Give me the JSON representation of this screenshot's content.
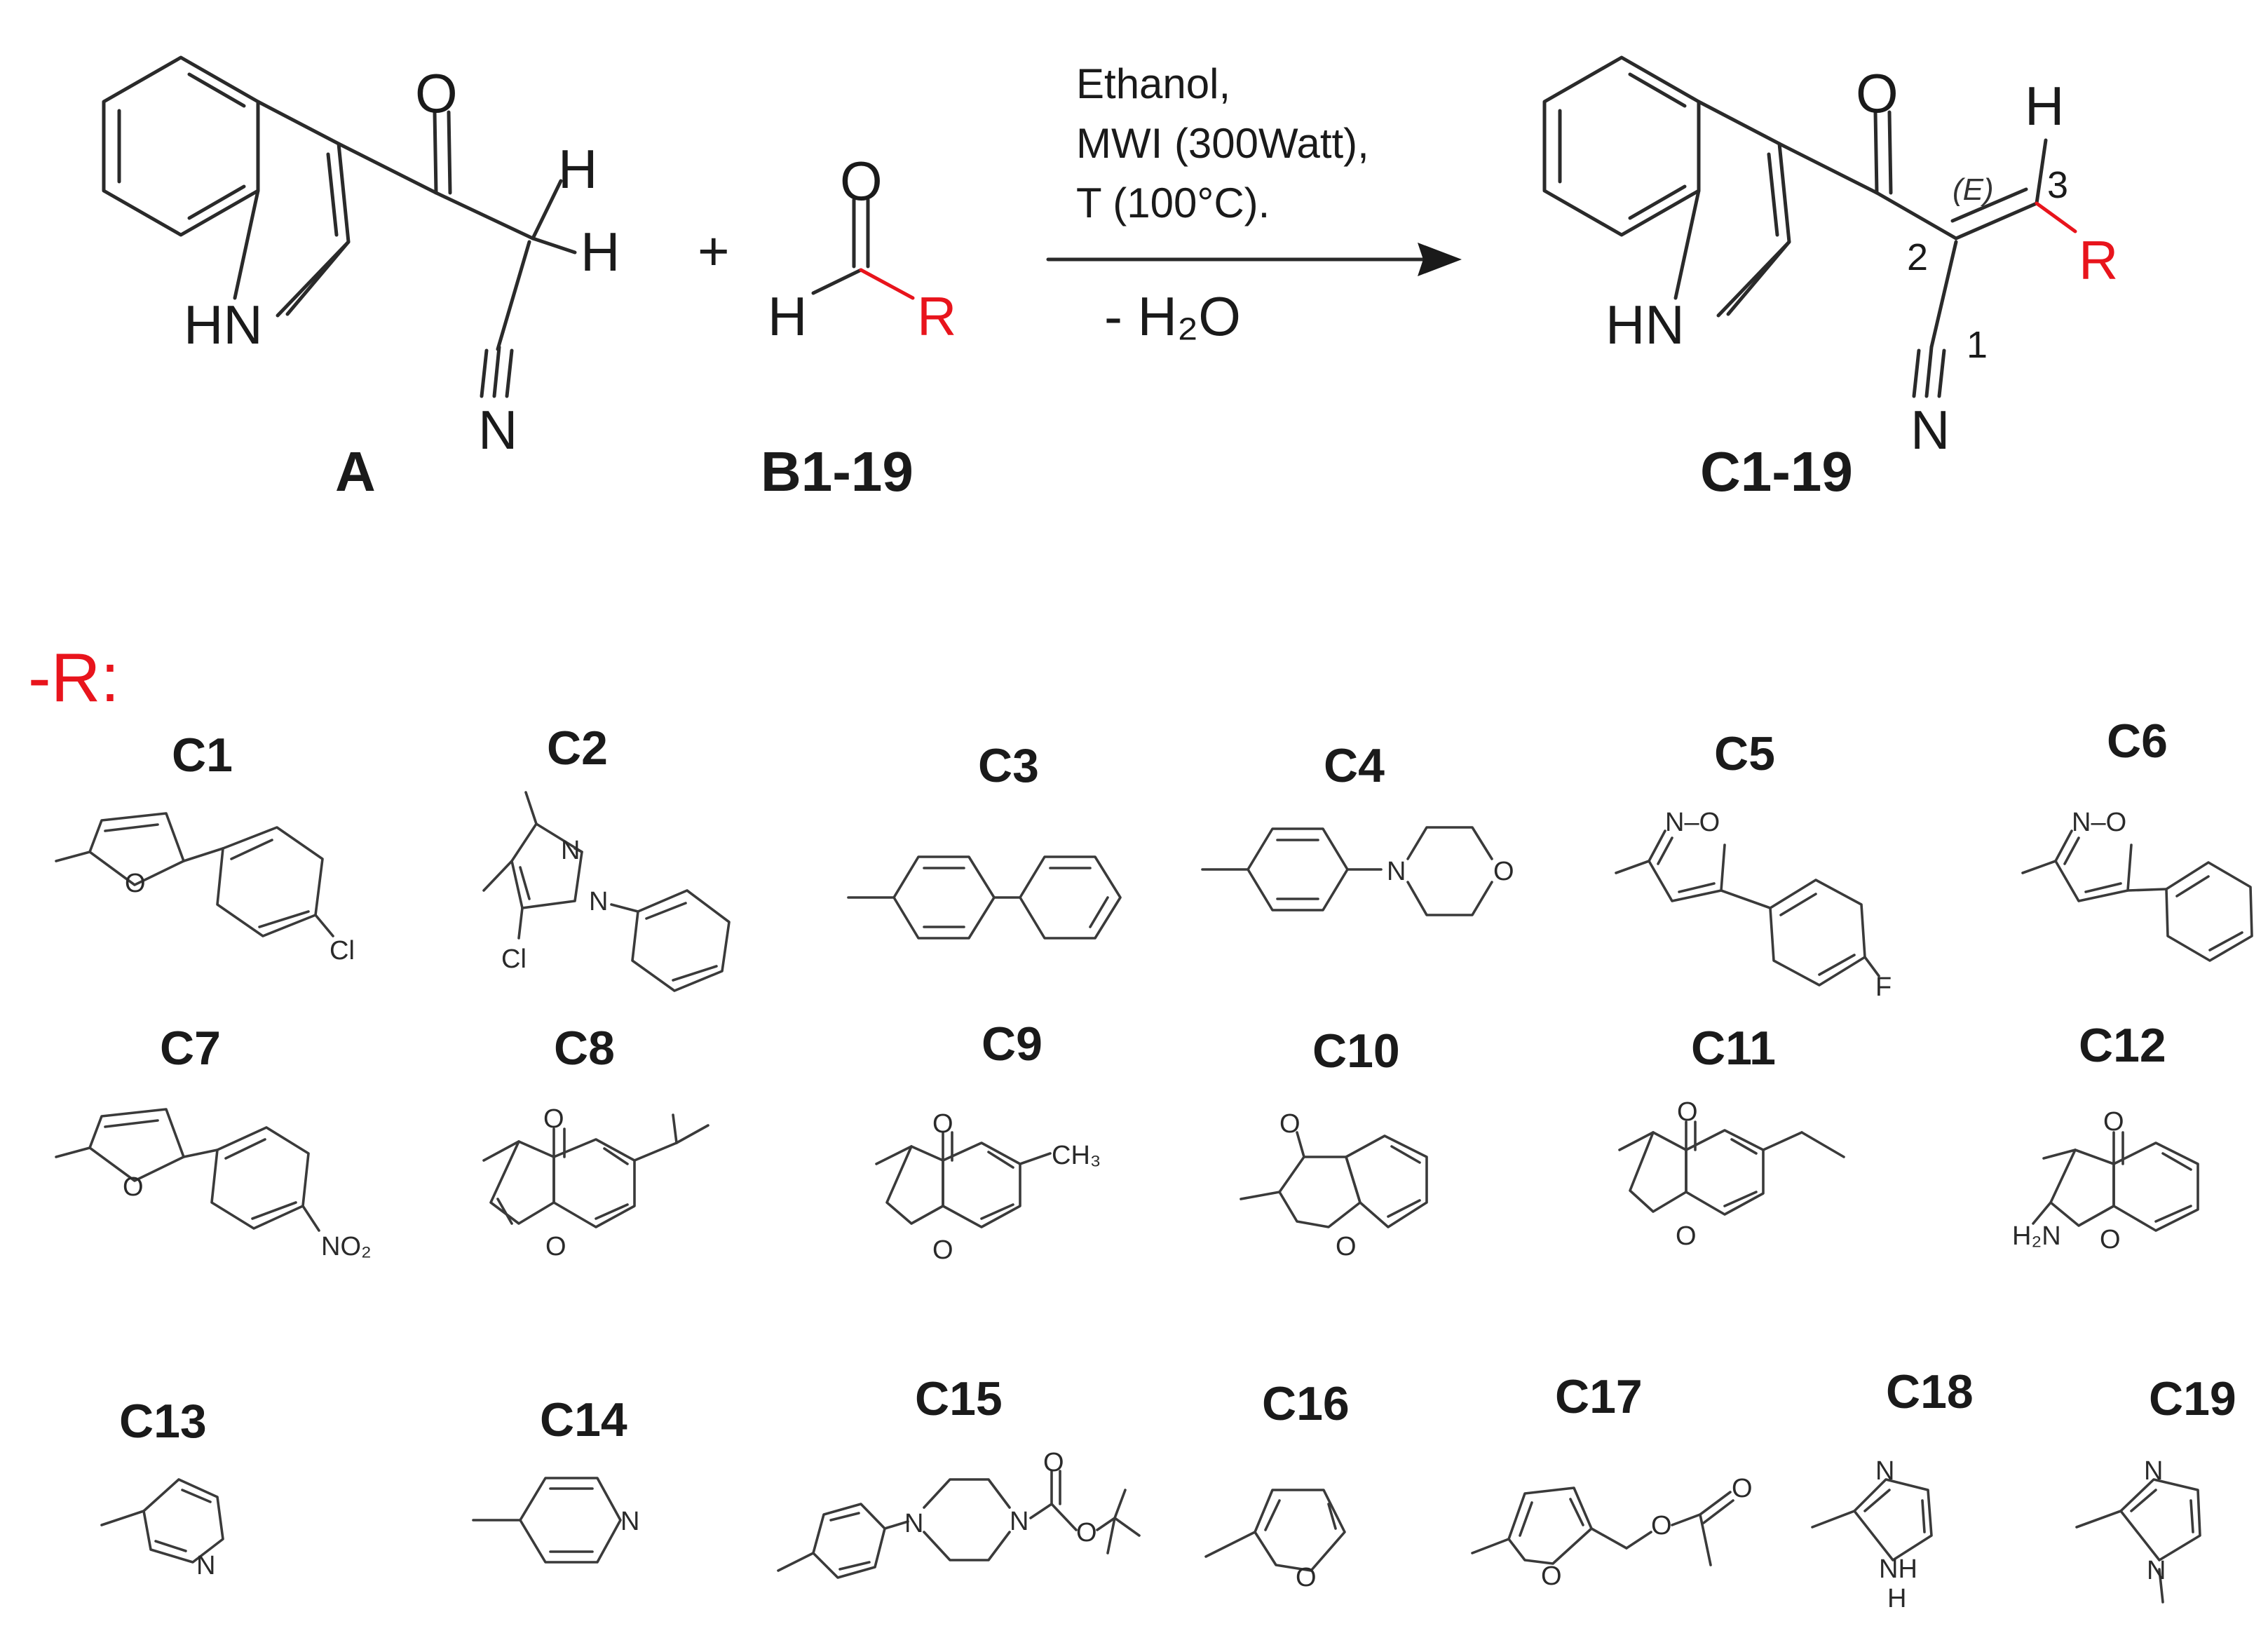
{
  "reaction": {
    "reactant_a_label": "A",
    "reactant_b_label": "B1-19",
    "product_label": "C1-19",
    "plus_sign": "+",
    "conditions": [
      "Ethanol,",
      "MWI (300Watt),",
      "T (100°C)."
    ],
    "byproduct": "- H₂O",
    "stereo_descriptor": "(E)",
    "atom_numbers": [
      "1",
      "2",
      "3"
    ],
    "colors": {
      "r_group": "#e8141c",
      "bonds": "#2a2a2a"
    }
  },
  "atoms": {
    "O": "O",
    "N": "N",
    "H": "H",
    "HN": "HN",
    "R": "R"
  },
  "r_groups": {
    "heading": "-R:",
    "compounds": [
      {
        "label": "C1"
      },
      {
        "label": "C2"
      },
      {
        "label": "C3"
      },
      {
        "label": "C4"
      },
      {
        "label": "C5"
      },
      {
        "label": "C6"
      },
      {
        "label": "C7"
      },
      {
        "label": "C8"
      },
      {
        "label": "C9"
      },
      {
        "label": "C10"
      },
      {
        "label": "C11"
      },
      {
        "label": "C12"
      },
      {
        "label": "C13"
      },
      {
        "label": "C14"
      },
      {
        "label": "C15"
      },
      {
        "label": "C16"
      },
      {
        "label": "C17"
      },
      {
        "label": "C18"
      },
      {
        "label": "C19"
      }
    ]
  },
  "substituent_atoms": {
    "cl": "Cl",
    "f": "F",
    "o": "O",
    "n": "N",
    "nh": "NH",
    "h": "H",
    "no2": "NO₂",
    "ch3": "CH₃",
    "h2n": "H₂N",
    "n_o": "N–O",
    "n_eq_n": "N"
  }
}
